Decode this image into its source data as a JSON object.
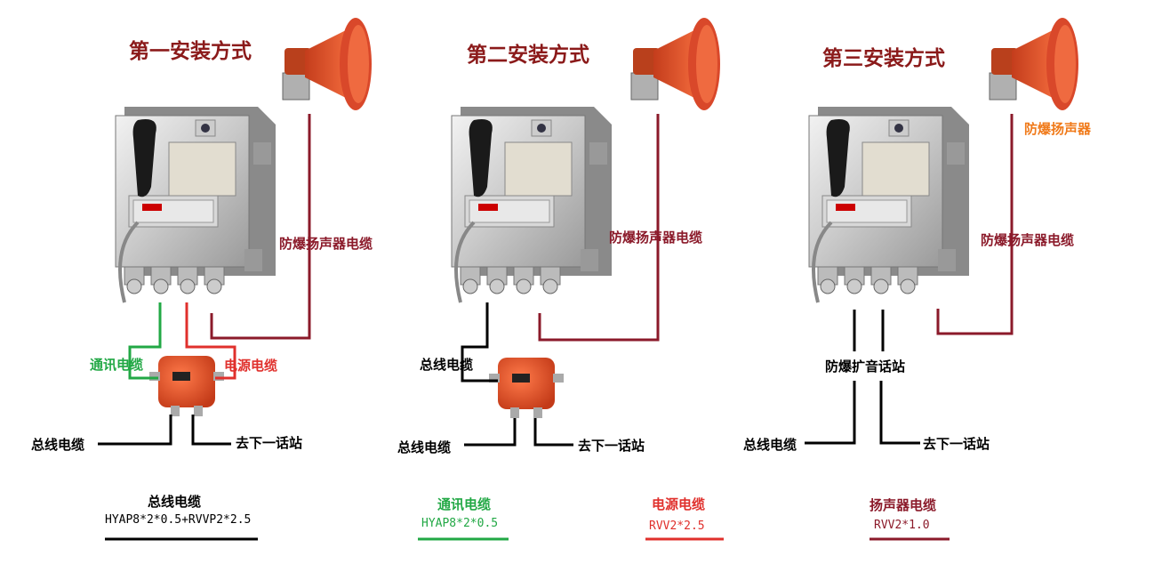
{
  "titles": [
    "第一安装方式",
    "第二安装方式",
    "第三安装方式"
  ],
  "labels": {
    "speaker_cable": "防爆扬声器电缆",
    "comm_cable": "通讯电缆",
    "power_cable": "电源电缆",
    "bus_cable": "总线电缆",
    "next_station": "去下一话站",
    "pa_station": "防爆扩音话站",
    "speaker": "防爆扬声器"
  },
  "legend": [
    {
      "title": "总线电缆",
      "spec": "HYAP8*2*0.5+RVVP2*2.5",
      "color": "#000000"
    },
    {
      "title": "通讯电缆",
      "spec": "HYAP8*2*0.5",
      "color": "#22a845"
    },
    {
      "title": "电源电缆",
      "spec": "RVV2*2.5",
      "color": "#e0302c"
    },
    {
      "title": "扬声器电缆",
      "spec": "RVV2*1.0",
      "color": "#8b1a2a"
    }
  ],
  "colors": {
    "title": "#8b1a1a",
    "speaker_cable": "#8b1a2a",
    "comm": "#22a845",
    "power": "#e0302c",
    "speaker_body": "#e8502a"
  }
}
